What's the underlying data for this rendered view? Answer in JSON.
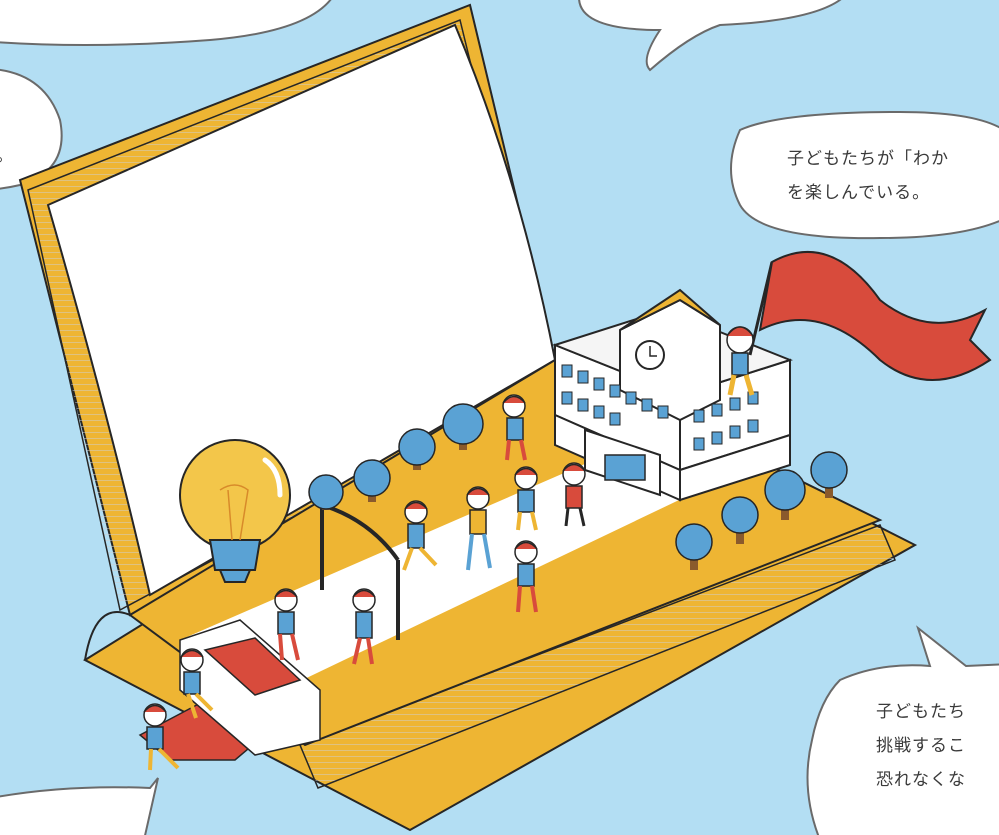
{
  "bubbles": {
    "left": {
      "lines": [
        "る。"
      ]
    },
    "right": {
      "lines": [
        "子どもたちが「わか",
        "を楽しんでいる。"
      ]
    },
    "bottom_right": {
      "lines": [
        "子どもたち",
        "挑戦するこ",
        "恐れなくな"
      ]
    }
  },
  "colors": {
    "sky": "#b3def3",
    "book_cover": "#eeb533",
    "page": "#ffffff",
    "outline": "#262626",
    "flag": "#d84b3c",
    "tree": "#5aa2d4",
    "bulb": "#f3c64a",
    "carpet": "#d84b3c"
  },
  "icons": [
    "lightbulb-icon",
    "school-building",
    "flag",
    "tree",
    "clock-icon"
  ]
}
